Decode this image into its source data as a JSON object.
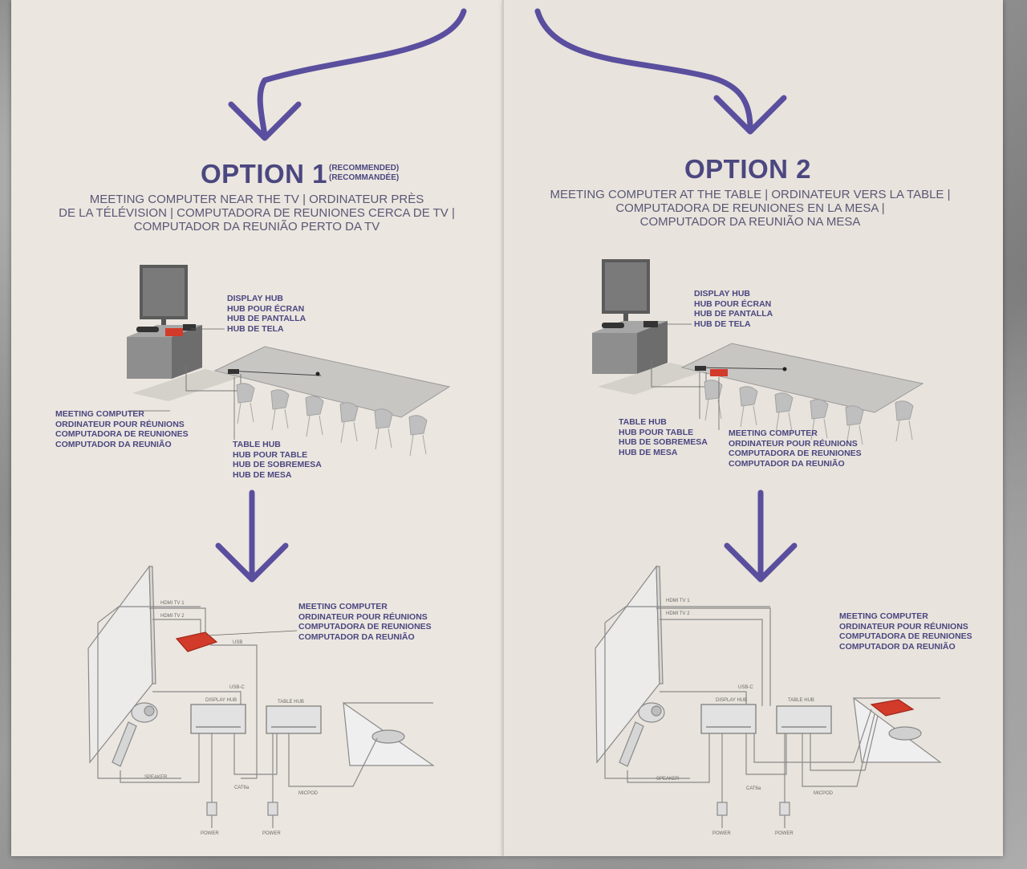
{
  "option1": {
    "title": "OPTION 1",
    "badge_lines": [
      "(RECOMMENDED)",
      "(RECOMMANDÉE)"
    ],
    "subtitle_lines": [
      "MEETING COMPUTER NEAR THE TV | ORDINATEUR PRÈS",
      "DE LA TÉLÉVISION | COMPUTADORA DE REUNIONES CERCA DE TV |",
      "COMPUTADOR DA REUNIÃO PERTO DA TV"
    ],
    "display_hub_lines": [
      "DISPLAY HUB",
      "HUB POUR ÉCRAN",
      "HUB DE PANTALLA",
      "HUB DE TELA"
    ],
    "meeting_computer_lines": [
      "MEETING COMPUTER",
      "ORDINATEUR POUR RÉUNIONS",
      "COMPUTADORA DE REUNIONES",
      "COMPUTADOR DA REUNIÃO"
    ],
    "table_hub_lines": [
      "TABLE HUB",
      "HUB POUR TABLE",
      "HUB DE SOBREMESA",
      "HUB DE MESA"
    ],
    "wiring_meeting_computer_lines": [
      "MEETING COMPUTER",
      "ORDINATEUR POUR RÉUNIONS",
      "COMPUTADORA DE REUNIONES",
      "COMPUTADOR DA REUNIÃO"
    ],
    "wiring": {
      "hdmi1": "HDMI TV 1",
      "hdmi2": "HDMI TV 2",
      "usb": "USB",
      "usbc": "USB-C",
      "display_hub": "DISPLAY HUB",
      "table_hub": "TABLE HUB",
      "speaker": "SPEAKER",
      "cat6a": "CAT6a",
      "micpod": "MICPOD",
      "power1": "POWER",
      "power2": "POWER"
    }
  },
  "option2": {
    "title": "OPTION 2",
    "subtitle_lines": [
      "MEETING COMPUTER AT THE TABLE | ORDINATEUR VERS LA TABLE |",
      "COMPUTADORA DE REUNIONES EN LA MESA |",
      "COMPUTADOR DA REUNIÃO NA MESA"
    ],
    "display_hub_lines": [
      "DISPLAY HUB",
      "HUB POUR ÉCRAN",
      "HUB DE PANTALLA",
      "HUB DE TELA"
    ],
    "table_hub_lines": [
      "TABLE HUB",
      "HUB POUR TABLE",
      "HUB DE SOBREMESA",
      "HUB DE MESA"
    ],
    "meeting_computer_lines": [
      "MEETING COMPUTER",
      "ORDINATEUR POUR RÉUNIONS",
      "COMPUTADORA DE REUNIONES",
      "COMPUTADOR DA REUNIÃO"
    ],
    "wiring_meeting_computer_lines": [
      "MEETING COMPUTER",
      "ORDINATEUR POUR RÉUNIONS",
      "COMPUTADORA DE REUNIONES",
      "COMPUTADOR DA REUNIÃO"
    ],
    "wiring": {
      "hdmi1": "HDMI TV 1",
      "hdmi2": "HDMI TV 2",
      "usbc": "USB-C",
      "display_hub": "DISPLAY HUB",
      "table_hub": "TABLE HUB",
      "speaker": "SPEAKER",
      "cat6a": "CAT6a",
      "micpod": "MICPOD",
      "power1": "POWER",
      "power2": "POWER"
    }
  },
  "colors": {
    "accent_purple": "#4b4780",
    "arrow_purple": "#5a4e9e",
    "device_red": "#d23a2a",
    "paper": "#ebe6df"
  }
}
